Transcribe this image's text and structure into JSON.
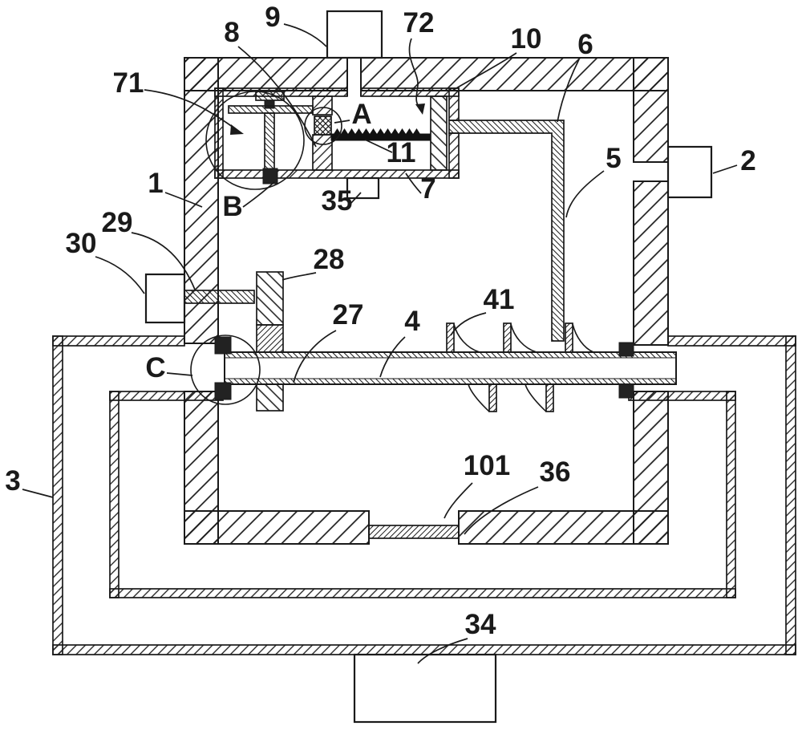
{
  "figure": {
    "background_color": "#ffffff",
    "ink_color": "#1a1a1a"
  },
  "labels": [
    {
      "id": "ref-8",
      "text": "8"
    },
    {
      "id": "ref-9",
      "text": "9"
    },
    {
      "id": "ref-72",
      "text": "72"
    },
    {
      "id": "ref-10",
      "text": "10"
    },
    {
      "id": "ref-6",
      "text": "6"
    },
    {
      "id": "ref-2",
      "text": "2"
    },
    {
      "id": "ref-5",
      "text": "5"
    },
    {
      "id": "ref-1",
      "text": "1"
    },
    {
      "id": "ref-71",
      "text": "71"
    },
    {
      "id": "ref-B",
      "text": "B"
    },
    {
      "id": "ref-A",
      "text": "A"
    },
    {
      "id": "ref-11",
      "text": "11"
    },
    {
      "id": "ref-7",
      "text": "7"
    },
    {
      "id": "ref-35",
      "text": "35"
    },
    {
      "id": "ref-29",
      "text": "29"
    },
    {
      "id": "ref-30",
      "text": "30"
    },
    {
      "id": "ref-28",
      "text": "28"
    },
    {
      "id": "ref-27",
      "text": "27"
    },
    {
      "id": "ref-4",
      "text": "4"
    },
    {
      "id": "ref-41",
      "text": "41"
    },
    {
      "id": "ref-C",
      "text": "C"
    },
    {
      "id": "ref-3",
      "text": "3"
    },
    {
      "id": "ref-101",
      "text": "101"
    },
    {
      "id": "ref-36",
      "text": "36"
    },
    {
      "id": "ref-34",
      "text": "34"
    }
  ]
}
